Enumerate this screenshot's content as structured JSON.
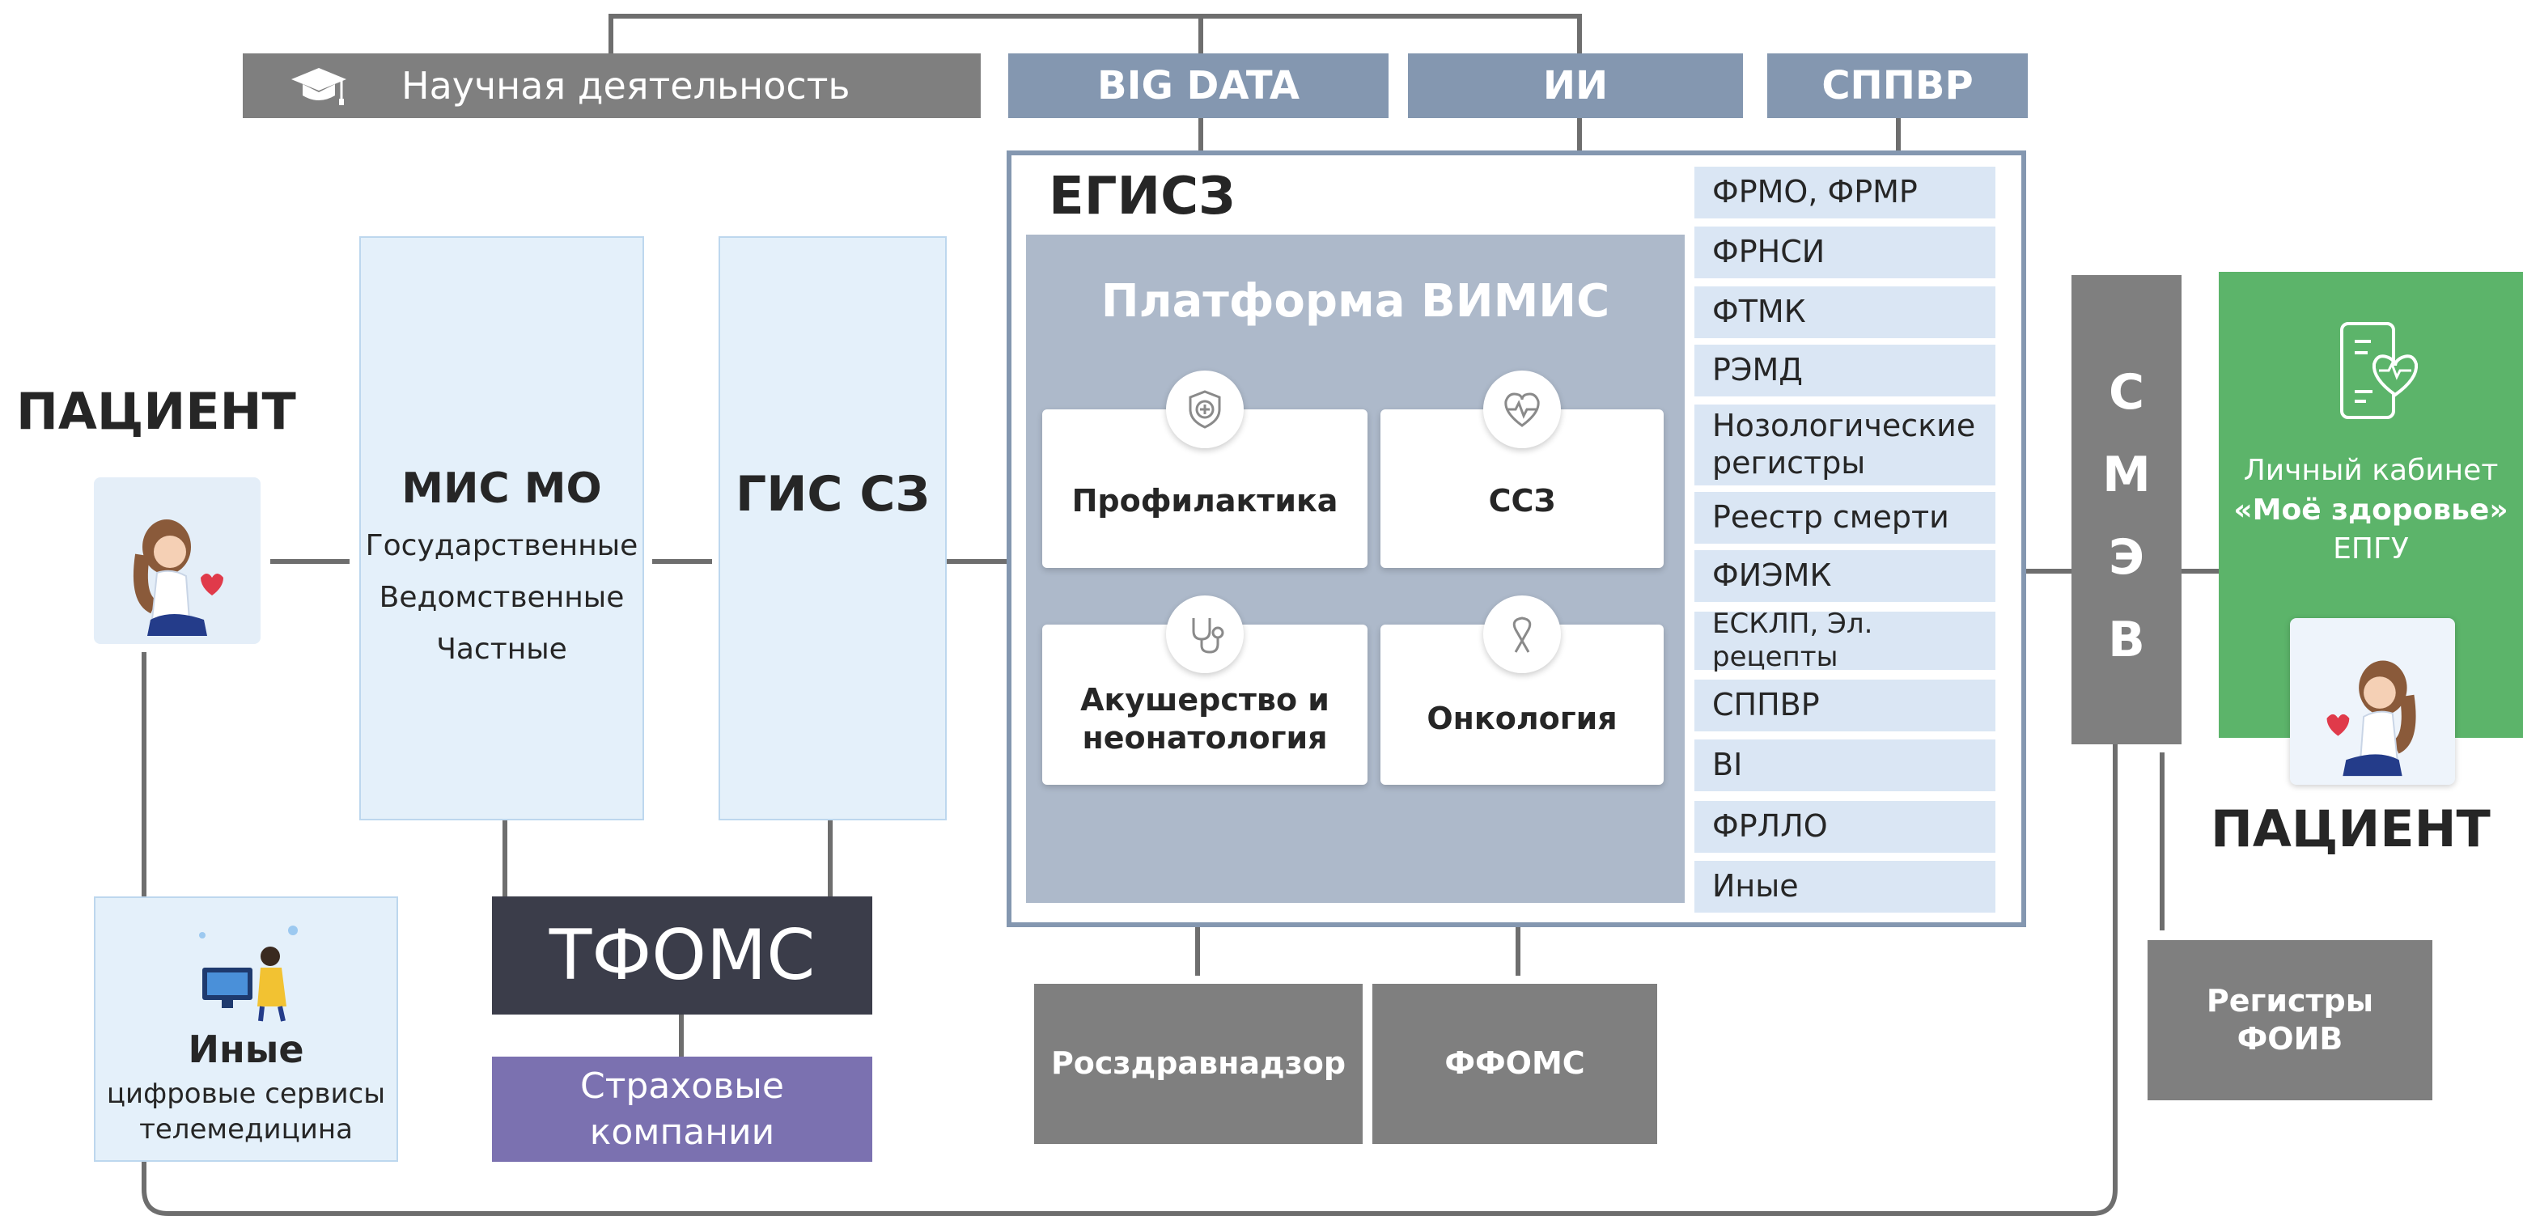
{
  "top": {
    "science": "Научная деятельность",
    "big_data": "BIG DATA",
    "ii": "ИИ",
    "sppvr": "СППВР"
  },
  "left": {
    "patient_title": "ПАЦИЕНТ",
    "mis_title": "МИС МО",
    "mis_items": [
      "Государственные",
      "Ведомственные",
      "Частные"
    ],
    "gis_title": "ГИС СЗ",
    "tfoms": "ТФОМС",
    "insurance": [
      "Страховые",
      "компании"
    ],
    "other_title": "Иные",
    "other_lines": [
      "цифровые сервисы",
      "телемедицина"
    ]
  },
  "egisz": {
    "title": "ЕГИСЗ",
    "platform_title": "Платформа ВИМИС",
    "cards": [
      {
        "label": [
          "Профилактика"
        ],
        "icon": "shield-cross-icon"
      },
      {
        "label": [
          "ССЗ"
        ],
        "icon": "heart-pulse-icon"
      },
      {
        "label": [
          "Акушерство и",
          "неонатология"
        ],
        "icon": "stethoscope-icon"
      },
      {
        "label": [
          "Онкология"
        ],
        "icon": "awareness-ribbon-icon"
      }
    ],
    "registries": [
      [
        "ФРМО, ФРМР"
      ],
      [
        "ФРНСИ"
      ],
      [
        "ФТМК"
      ],
      [
        "РЭМД"
      ],
      [
        "Нозологические",
        "регистры"
      ],
      [
        "Реестр смерти"
      ],
      [
        "ФИЭМК"
      ],
      [
        "ЕСКЛП, Эл. рецепты"
      ],
      [
        "СППВР"
      ],
      [
        "BI"
      ],
      [
        "ФРЛЛО"
      ],
      [
        "Иные"
      ]
    ]
  },
  "bottom": {
    "roszdrav": "Росздравнадзор",
    "ffoms": "ФФОМС"
  },
  "right": {
    "smev": [
      "С",
      "М",
      "Э",
      "В"
    ],
    "cabinet": [
      "Личный кабинет",
      "«Моё здоровье»",
      "ЕПГУ"
    ],
    "patient_title": "ПАЦИЕНТ",
    "foiv": [
      "Регистры",
      "ФОИВ"
    ]
  },
  "colors": {
    "gray": "#7f7f7f",
    "steel_blue": "#8497b0",
    "light_blue": "#e4f0fa",
    "platform": "#adb9ca",
    "registry": "#dae6f4",
    "dark": "#3b3d4a",
    "purple": "#7b71b0",
    "green": "#5cb46a"
  }
}
